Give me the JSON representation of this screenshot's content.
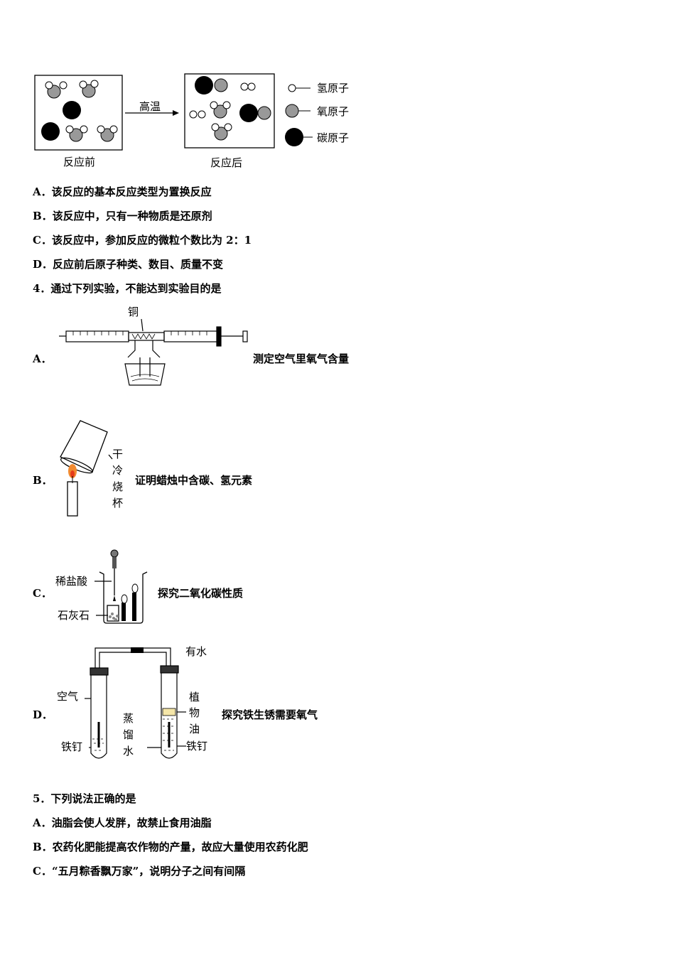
{
  "reaction_figure": {
    "condition": "高温",
    "before_label": "反应前",
    "after_label": "反应后",
    "legend": [
      "氢原子",
      "氧原子",
      "碳原子"
    ]
  },
  "q3_options": [
    "A．该反应的基本反应类型为置换反应",
    "B．该反应中，只有一种物质是还原剂",
    "C．该反应中，参加反应的微粒个数比为 2：1",
    "D．反应前后原子种类、数目、质量不变"
  ],
  "q4": {
    "stem": "4．通过下列实验，不能达到实验目的是",
    "options": [
      {
        "letter": "A．",
        "text": "测定空气里氧气含量",
        "labels": [
          "铜"
        ]
      },
      {
        "letter": "B．",
        "text": "证明蜡烛中含碳、氢元素",
        "labels": [
          "干",
          "冷",
          "烧",
          "杯"
        ]
      },
      {
        "letter": "C．",
        "text": "探究二氧化碳性质",
        "labels": [
          "稀盐酸",
          "石灰石"
        ]
      },
      {
        "letter": "D．",
        "text": "探究铁生锈需要氧气",
        "labels": [
          "有水",
          "空气",
          "蒸",
          "馏",
          "水",
          "铁钉",
          "植",
          "物",
          "油",
          "铁钉"
        ]
      }
    ]
  },
  "q5": {
    "stem": "5．下列说法正确的是",
    "options": [
      "A．油脂会使人发胖，故禁止食用油脂",
      "B．农药化肥能提高农作物的产量，故应大量使用农药化肥",
      "C．“五月粽香飘万家”，说明分子之间有间隔"
    ]
  }
}
